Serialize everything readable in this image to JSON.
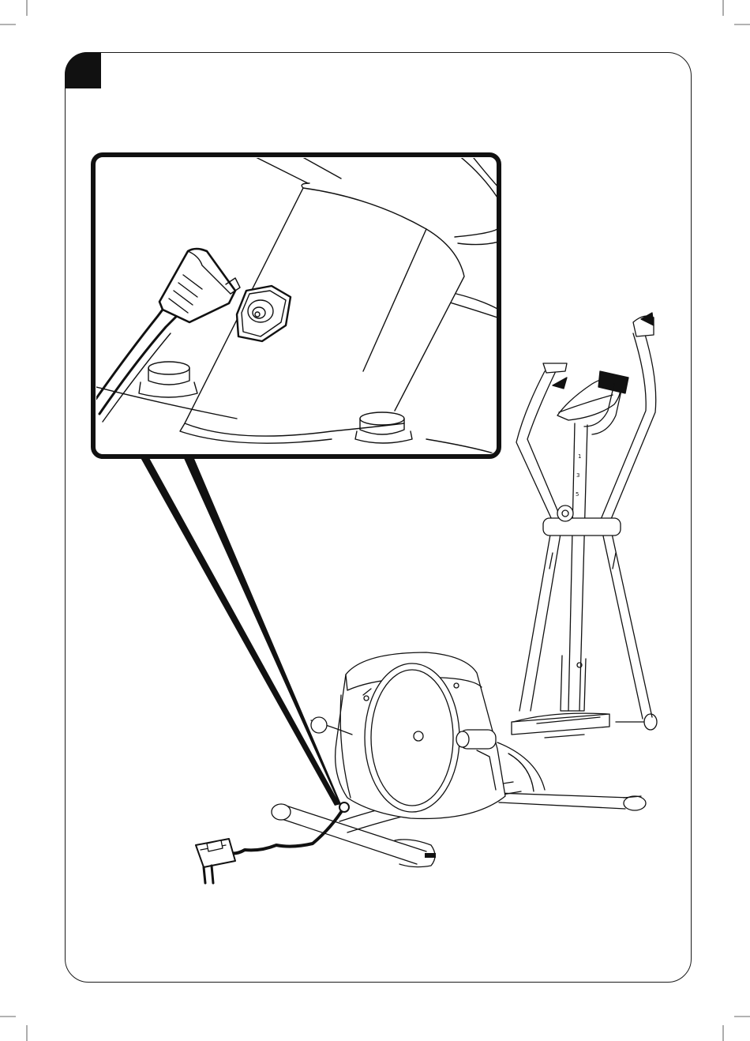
{
  "page": {
    "background": "#ffffff",
    "line_color": "#111111"
  },
  "step_marker": {
    "color": "#111111",
    "label": ""
  },
  "illustration": {
    "main": "elliptical-cross-trainer",
    "detail_callout": "power-adapter-plug-into-socket",
    "icons": [
      "trim-marks",
      "step-marker",
      "zoom-callout",
      "power-plug"
    ]
  }
}
